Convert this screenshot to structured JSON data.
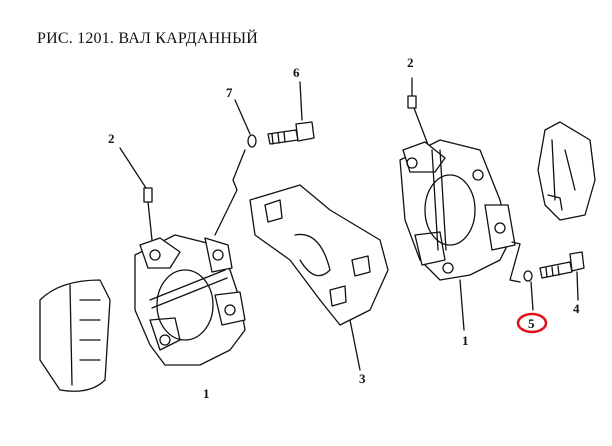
{
  "figure": {
    "title": "РИС. 1201. ВАЛ КАРДАННЫЙ",
    "callouts": [
      {
        "id": "left-cross-1",
        "text": "1"
      },
      {
        "id": "left-grease-2",
        "text": "2"
      },
      {
        "id": "shaft-3",
        "text": "3"
      },
      {
        "id": "right-bolt-4",
        "text": "4"
      },
      {
        "id": "right-washer-5",
        "text": "5",
        "highlighted": true
      },
      {
        "id": "left-bolt-6",
        "text": "6"
      },
      {
        "id": "left-washer-7",
        "text": "7"
      },
      {
        "id": "right-grease-2",
        "text": "2"
      },
      {
        "id": "right-cross-1",
        "text": "1"
      }
    ],
    "highlight_color": "#e0101a"
  }
}
